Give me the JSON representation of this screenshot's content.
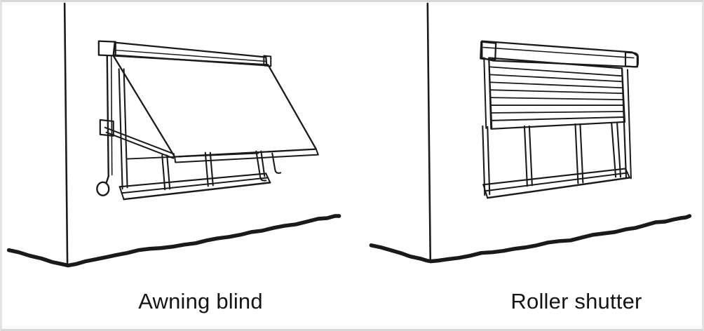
{
  "figure": {
    "ink_color": "#1a1a1a",
    "background_color": "#ffffff",
    "frame_color": "#d7d7d7",
    "panels": [
      {
        "illustration": "awning-blind",
        "caption": "Awning blind"
      },
      {
        "illustration": "roller-shutter",
        "caption": "Roller shutter"
      }
    ]
  }
}
